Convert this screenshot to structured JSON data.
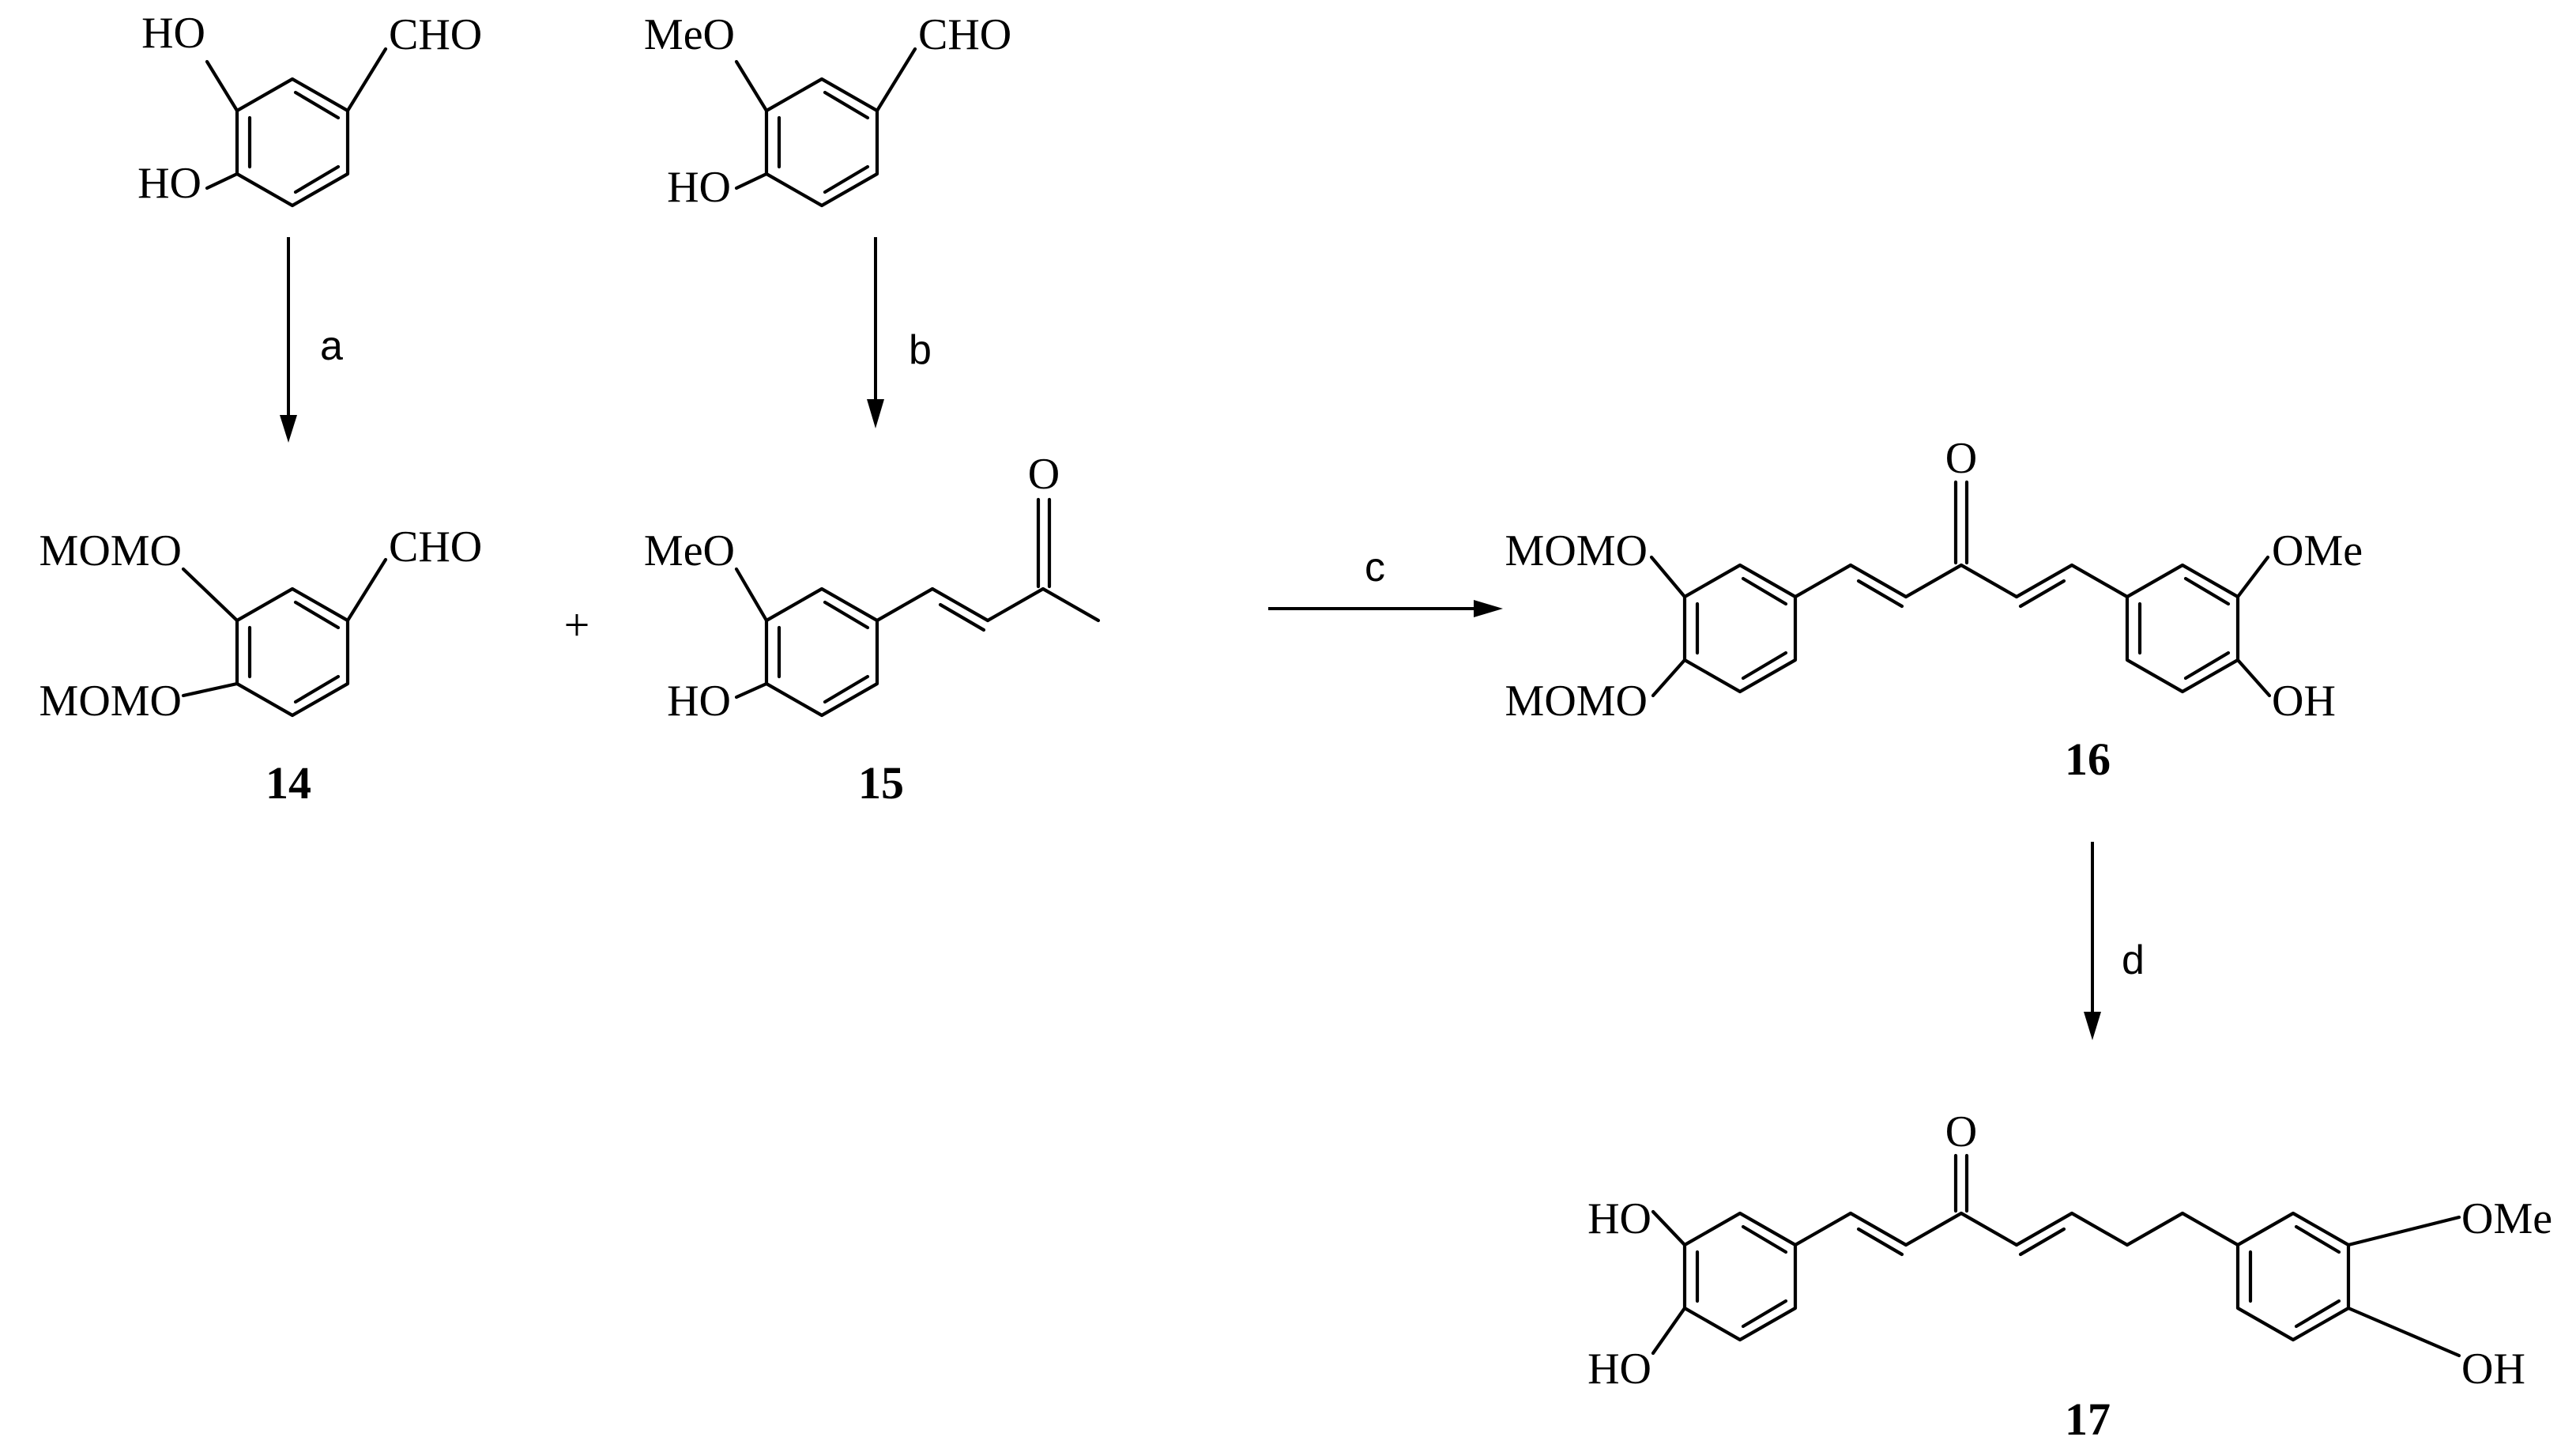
{
  "substituents": {
    "ho": "HO",
    "oh": "OH",
    "meo": "MeO",
    "ome": "OMe",
    "momo": "MOMO",
    "cho": "CHO",
    "o": "O"
  },
  "conditions": [
    "a",
    "b",
    "c",
    "d"
  ],
  "compounds": [
    "14",
    "15",
    "16",
    "17"
  ],
  "plus": "+"
}
